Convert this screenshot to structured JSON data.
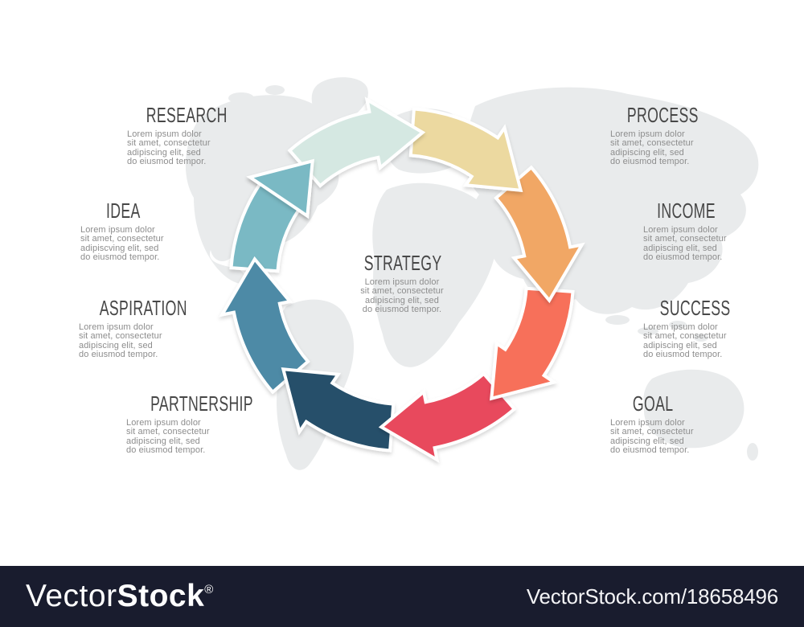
{
  "artwork": {
    "map_color": "#e9ebec",
    "center": {
      "title": "STRATEGY",
      "body": "Lorem ipsum dolor\nsit amet, consectetur\nadipiscing elit, sed\ndo eiusmod tempor."
    },
    "segments": [
      {
        "id": "research",
        "label": "RESEARCH",
        "color": "#d5e8e2",
        "body": "Lorem ipsum dolor\nsit amet, consectetur\nadipiscing elit, sed\ndo eiusmod tempor."
      },
      {
        "id": "process",
        "label": "PROCESS",
        "color": "#ecd9a0",
        "body": "Lorem ipsum dolor\nsit amet, consectetur\nadipiscing elit, sed\ndo eiusmod tempor."
      },
      {
        "id": "income",
        "label": "INCOME",
        "color": "#f1a765",
        "body": "Lorem ipsum dolor\nsit amet, consectetur\nadipiscing elit, sed\ndo eiusmod tempor."
      },
      {
        "id": "success",
        "label": "SUCCESS",
        "color": "#f7705a",
        "body": "Lorem ipsum dolor\nsit amet, consectetur\nadipiscing elit, sed\ndo eiusmod tempor."
      },
      {
        "id": "goal",
        "label": "GOAL",
        "color": "#e84a5d",
        "body": "Lorem ipsum dolor\nsit amet, consectetur\nadipiscing elit, sed\ndo eiusmod tempor."
      },
      {
        "id": "partnership",
        "label": "PARTNERSHIP",
        "color": "#26506b",
        "body": "Lorem ipsum dolor\nsit amet, consectetur\nadipiscing elit, sed\ndo eiusmod tempor."
      },
      {
        "id": "aspiration",
        "label": "ASPIRATION",
        "color": "#4e8aa6",
        "body": "Lorem ipsum dolor\nsit amet, consectetur\nadipiscing elit, sed\ndo eiusmod tempor."
      },
      {
        "id": "idea",
        "label": "IDEA",
        "color": "#7ab9c4",
        "body": "Lorem ipsum dolor\nsit amet, consectetur\nadipiscving elit, sed\ndo eiusmod tempor."
      }
    ]
  },
  "watermark": {
    "bar_color": "#191c2e",
    "logo_regular": "Vector",
    "logo_bold": "Stock",
    "registered": "®",
    "site_ref": "VectorStock.com/18658496"
  }
}
